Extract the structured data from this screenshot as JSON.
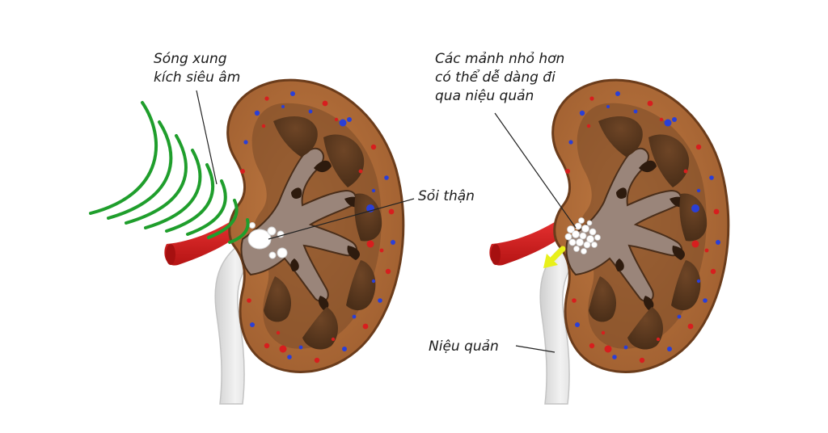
{
  "labels": {
    "shock_waves": [
      "Sóng xung",
      "kích siêu âm"
    ],
    "kidney_stone": "Sỏi thận",
    "fragments": [
      "Các mảnh nhỏ hơn",
      "có thể dễ dàng đi",
      "qua niệu quản"
    ],
    "ureter": "Niệu quản"
  },
  "colors": {
    "cortex": "#b06d3a",
    "cortex_dark": "#8a4f24",
    "medulla_pyramid": "#5c3a20",
    "pelvis": "#9a857a",
    "pelvis_dark": "#3a2516",
    "artery": "#d61f1f",
    "ureter": "#e6e6e6",
    "shock_wave": "#1f9e2c",
    "stone": "#ffffff",
    "arrow": "#e8f01a",
    "vessel_red": "#d71e1e",
    "vessel_blue": "#2a3fd6"
  }
}
